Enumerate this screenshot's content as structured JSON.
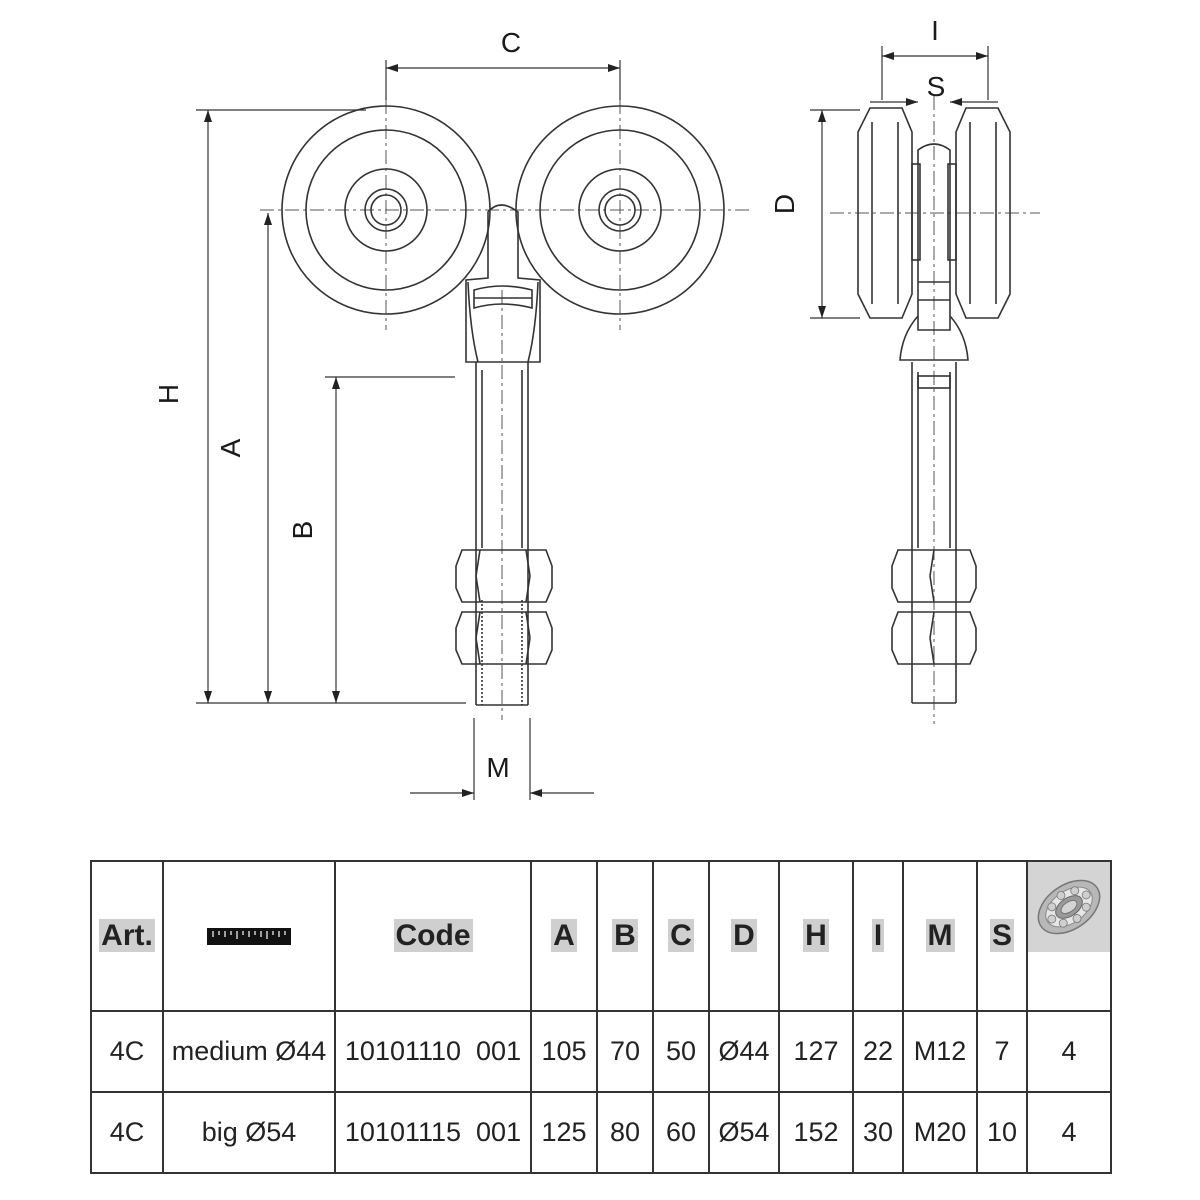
{
  "drawing": {
    "front_view": {
      "dimension_labels": {
        "C": "C",
        "H": "H",
        "A": "A",
        "B": "B",
        "M": "M"
      }
    },
    "side_view": {
      "dimension_labels": {
        "I": "I",
        "S": "S",
        "D": "D"
      }
    }
  },
  "table": {
    "headers": {
      "art": "Art.",
      "size_icon": "ruler-icon",
      "code": "Code",
      "A": "A",
      "B": "B",
      "C": "C",
      "D": "D",
      "H": "H",
      "I": "I",
      "M": "M",
      "S": "S",
      "bearings_icon": "ball-bearing-icon"
    },
    "rows": [
      {
        "art": "4C",
        "size": "medium Ø44",
        "code": "10101110  001",
        "A": "105",
        "B": "70",
        "C": "50",
        "D": "Ø44",
        "H": "127",
        "I": "22",
        "M": "M12",
        "S": "7",
        "bearings": "4"
      },
      {
        "art": "4C",
        "size": "big Ø54",
        "code": "10101115  001",
        "A": "125",
        "B": "80",
        "C": "60",
        "D": "Ø54",
        "H": "152",
        "I": "30",
        "M": "M20",
        "S": "10",
        "bearings": "4"
      }
    ]
  }
}
